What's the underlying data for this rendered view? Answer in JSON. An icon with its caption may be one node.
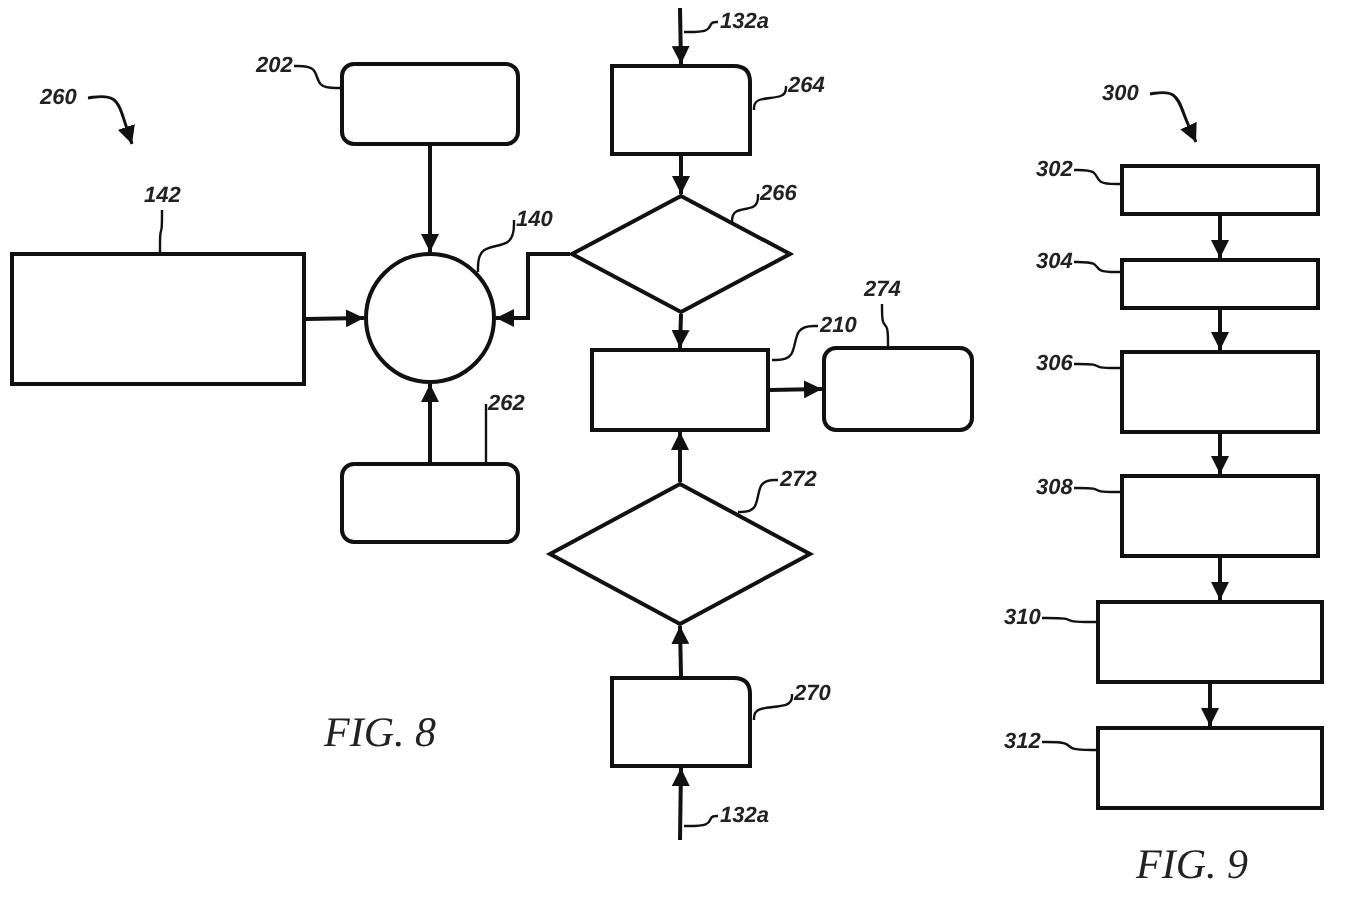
{
  "diagram": {
    "nodes": [
      {
        "text": [],
        "shape": "box"
      },
      {
        "text": [],
        "shape": "box"
      },
      {
        "text": [],
        "shape": "circle"
      },
      {
        "text": [],
        "shape": "box"
      },
      {
        "text": [],
        "shape": "box"
      },
      {
        "text": [],
        "shape": "diamond"
      },
      {
        "text": [],
        "shape": "box"
      },
      {
        "text": [],
        "shape": "box"
      },
      {
        "text": [],
        "shape": "diamond"
      },
      {
        "text": [],
        "shape": "box"
      },
      {
        "text": [],
        "shape": "box"
      },
      {
        "text": [],
        "shape": "box"
      },
      {
        "text": [],
        "shape": "box"
      },
      {
        "text": [],
        "shape": "box"
      },
      {
        "text": [],
        "shape": "box"
      },
      {
        "text": [],
        "shape": "box"
      },
      {
        "text": [
          "142"
        ]
      },
      {
        "text": [
          "202"
        ]
      },
      {
        "text": [
          "140"
        ]
      },
      {
        "text": [
          "262"
        ]
      },
      {
        "text": [
          "264"
        ]
      },
      {
        "text": [
          "266"
        ]
      },
      {
        "text": [
          "210"
        ]
      },
      {
        "text": [
          "274"
        ]
      },
      {
        "text": [
          "272"
        ]
      },
      {
        "text": [
          "270"
        ]
      },
      {
        "text": [
          "302"
        ]
      },
      {
        "text": [
          "304"
        ]
      },
      {
        "text": [
          "306"
        ]
      },
      {
        "text": [
          "308"
        ]
      },
      {
        "text": [
          "310"
        ]
      },
      {
        "text": [
          "312"
        ]
      }
    ],
    "edges": [
      {
        "from": 1,
        "to": 2,
        "arrow": "to"
      },
      {
        "from": 0,
        "to": 2,
        "arrow": "to"
      },
      {
        "from": 5,
        "to": 2,
        "arrow": "to"
      },
      {
        "from": 3,
        "to": 2,
        "arrow": "to"
      },
      {
        "from": null,
        "to": 4,
        "arrow": "to",
        "label": "132a"
      },
      {
        "from": 4,
        "to": 5,
        "arrow": "to"
      },
      {
        "from": 5,
        "to": 6,
        "arrow": "to"
      },
      {
        "from": 6,
        "to": 7,
        "arrow": "to"
      },
      {
        "from": 8,
        "to": 6,
        "arrow": "to"
      },
      {
        "from": 9,
        "to": 8,
        "arrow": "to"
      },
      {
        "from": null,
        "to": 9,
        "arrow": "to",
        "label": "132a"
      },
      {
        "from": 10,
        "to": 11,
        "arrow": "to"
      },
      {
        "from": 11,
        "to": 12,
        "arrow": "to"
      },
      {
        "from": 12,
        "to": 13,
        "arrow": "to"
      },
      {
        "from": 13,
        "to": 14,
        "arrow": "to"
      },
      {
        "from": 14,
        "to": 15,
        "arrow": "to"
      },
      {
        "from": 16,
        "to": 0,
        "arrow": "none"
      },
      {
        "from": 17,
        "to": 1,
        "arrow": "none"
      },
      {
        "from": 18,
        "to": 2,
        "arrow": "none"
      },
      {
        "from": 19,
        "to": 3,
        "arrow": "none"
      },
      {
        "from": 20,
        "to": 4,
        "arrow": "none"
      },
      {
        "from": 21,
        "to": 5,
        "arrow": "none"
      },
      {
        "from": 22,
        "to": 6,
        "arrow": "none"
      },
      {
        "from": 23,
        "to": 7,
        "arrow": "none"
      },
      {
        "from": 24,
        "to": 8,
        "arrow": "none"
      },
      {
        "from": 25,
        "to": 9,
        "arrow": "none"
      },
      {
        "from": 26,
        "to": 10,
        "arrow": "none"
      },
      {
        "from": 27,
        "to": 11,
        "arrow": "none"
      },
      {
        "from": 28,
        "to": 12,
        "arrow": "none"
      },
      {
        "from": 29,
        "to": 13,
        "arrow": "none"
      },
      {
        "from": 30,
        "to": 14,
        "arrow": "none"
      },
      {
        "from": 31,
        "to": 15,
        "arrow": "none"
      }
    ],
    "labels": [
      "260",
      "FIG. 8",
      "300",
      "FIG. 9"
    ]
  }
}
